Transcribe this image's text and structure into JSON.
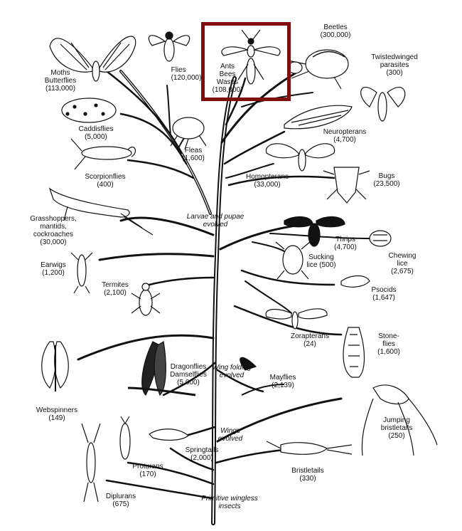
{
  "taxa": [
    {
      "id": "moths",
      "lines": [
        "Moths",
        "Butterflies"
      ],
      "count": "(113,000)"
    },
    {
      "id": "flies",
      "lines": [
        "Flies"
      ],
      "count": "(120,000)"
    },
    {
      "id": "ants",
      "lines": [
        "Ants",
        "Bees",
        "Wasps"
      ],
      "count": "(108,000)"
    },
    {
      "id": "beetles",
      "lines": [
        "Beetles"
      ],
      "count": "(300,000)"
    },
    {
      "id": "twistedwinged",
      "lines": [
        "Twistedwinged",
        "parasites"
      ],
      "count": "(300)"
    },
    {
      "id": "caddisflies",
      "lines": [
        "Caddisflies"
      ],
      "count": "(5,000)"
    },
    {
      "id": "fleas",
      "lines": [
        "Fleas"
      ],
      "count": "(1,600)"
    },
    {
      "id": "neuropterans",
      "lines": [
        "Neuropterans"
      ],
      "count": "(4,700)"
    },
    {
      "id": "scorpionflies",
      "lines": [
        "Scorpionflies"
      ],
      "count": "(400)"
    },
    {
      "id": "homopterans",
      "lines": [
        "Homopterans"
      ],
      "count": "(33,000)"
    },
    {
      "id": "bugs",
      "lines": [
        "Bugs"
      ],
      "count": "(23,500)"
    },
    {
      "id": "grasshoppers",
      "lines": [
        "Grasshoppers,",
        "mantids,",
        "cockroaches"
      ],
      "count": "(30,000)"
    },
    {
      "id": "thrips",
      "lines": [
        "Thrips"
      ],
      "count": "(4,700)"
    },
    {
      "id": "sucking",
      "lines": [
        "Sucking",
        "lice"
      ],
      "count": "(500)"
    },
    {
      "id": "chewing",
      "lines": [
        "Chewing",
        "lice"
      ],
      "count": "(2,675)"
    },
    {
      "id": "earwigs",
      "lines": [
        "Earwigs"
      ],
      "count": "(1,200)"
    },
    {
      "id": "termites",
      "lines": [
        "Termites"
      ],
      "count": "(2,100)"
    },
    {
      "id": "psocids",
      "lines": [
        "Psocids"
      ],
      "count": "(1,647)"
    },
    {
      "id": "zorapterans",
      "lines": [
        "Zorapterans"
      ],
      "count": "(24)"
    },
    {
      "id": "stoneflies",
      "lines": [
        "Stone-",
        "flies"
      ],
      "count": "(1,600)"
    },
    {
      "id": "dragonflies",
      "lines": [
        "Dragonflies",
        "Damselflies"
      ],
      "count": "(5,000)"
    },
    {
      "id": "mayflies",
      "lines": [
        "Mayflies"
      ],
      "count": "(2,139)"
    },
    {
      "id": "webspinners",
      "lines": [
        "Webspinners"
      ],
      "count": "(149)"
    },
    {
      "id": "jumping",
      "lines": [
        "Jumping",
        "bristletails"
      ],
      "count": "(250)"
    },
    {
      "id": "springtails",
      "lines": [
        "Springtails"
      ],
      "count": "(2,000)"
    },
    {
      "id": "proturans",
      "lines": [
        "Proturans"
      ],
      "count": "(170)"
    },
    {
      "id": "bristletails",
      "lines": [
        "Bristletails"
      ],
      "count": "(330)"
    },
    {
      "id": "diplurans",
      "lines": [
        "Diplurans"
      ],
      "count": "(675)"
    }
  ],
  "stages": {
    "larvae": [
      "Larvae and pupae",
      "evolved"
    ],
    "wing_folding": [
      "Wing folding",
      "evolved"
    ],
    "wings": [
      "Wings",
      "evolved"
    ],
    "primitive": [
      "Primitive wingless",
      "insects"
    ]
  },
  "highlighted_taxon": "Ants, Bees, Wasps",
  "colors": {
    "highlight": "#7f0f0f",
    "ink": "#111111",
    "background": "#ffffff"
  }
}
